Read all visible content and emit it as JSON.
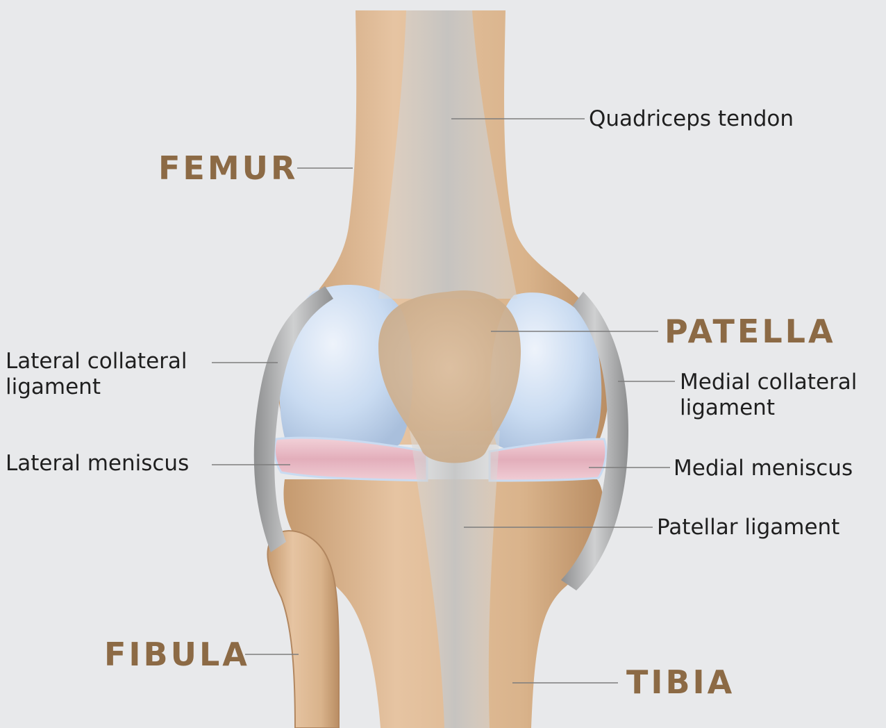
{
  "colors": {
    "background": "#e8e9eb",
    "bone": "#d7b28c",
    "bone_shadow": "#b98d63",
    "cartilage": "#c6d8ef",
    "ligament": "#a9aaab",
    "tendon": "#c8c9c9",
    "meniscus": "#e7b9c4",
    "bone_label": "#8c6a45",
    "leader_line": "#7d7d7d"
  },
  "labels": {
    "quadriceps_tendon": "Quadriceps tendon",
    "femur": "FEMUR",
    "patella": "PATELLA",
    "lateral_collateral_line1": "Lateral collateral",
    "lateral_collateral_line2": "ligament",
    "medial_collateral_line1": "Medial collateral",
    "medial_collateral_line2": "ligament",
    "lateral_meniscus": "Lateral meniscus",
    "medial_meniscus": "Medial meniscus",
    "patellar_ligament": "Patellar ligament",
    "fibula": "FIBULA",
    "tibia": "TIBIA"
  }
}
